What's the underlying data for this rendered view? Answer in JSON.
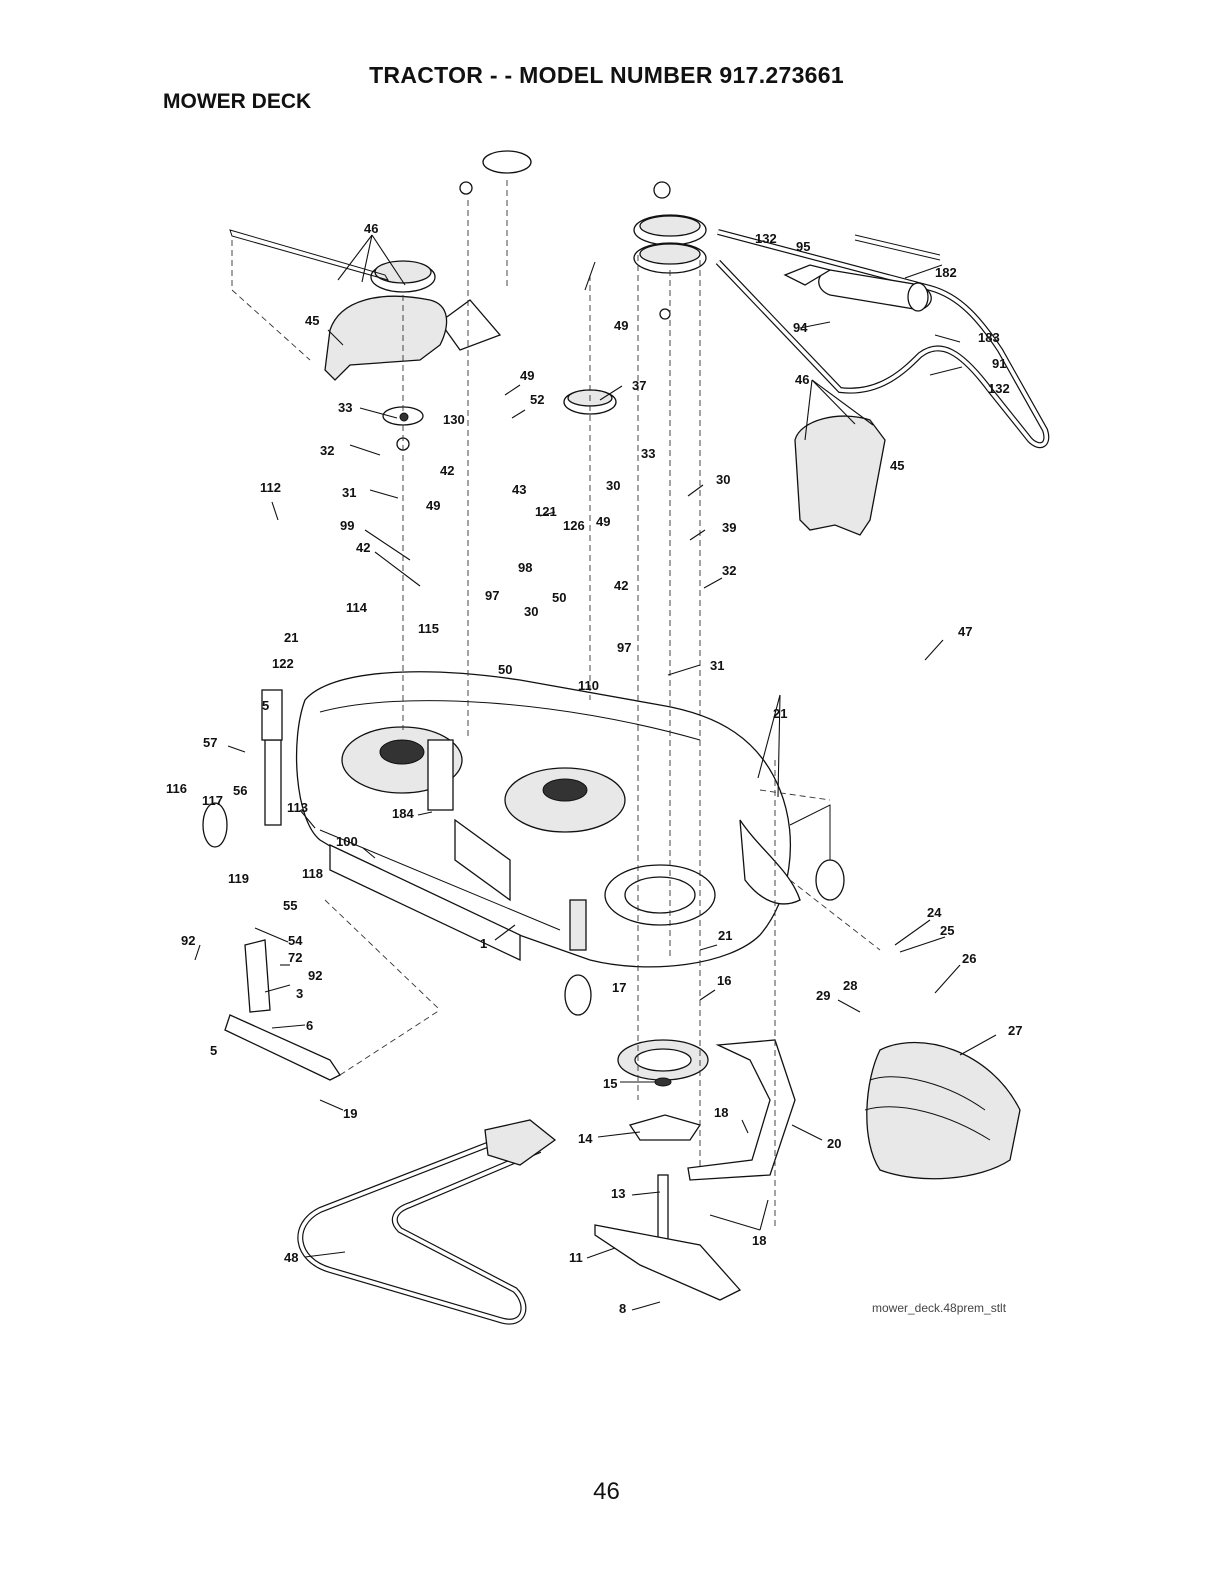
{
  "header": {
    "title": "TRACTOR - - MODEL NUMBER 917.273661",
    "section": "MOWER DECK"
  },
  "footer": {
    "page_number": "46",
    "file_reference": "mower_deck.48prem_stlt"
  },
  "callouts": {
    "c46a": "46",
    "c45a": "45",
    "c33a": "33",
    "c32a": "32",
    "c31a": "31",
    "c112": "112",
    "c99": "99",
    "c42a": "42",
    "c130": "130",
    "c42b": "42",
    "c49a": "49",
    "c49b": "49",
    "c52": "52",
    "c43": "43",
    "c121": "121",
    "c49c": "49",
    "c37": "37",
    "c126": "126",
    "c49d": "49",
    "c33b": "33",
    "c30a": "30",
    "c30b": "30",
    "c39": "39",
    "c42c": "42",
    "c98": "98",
    "c97a": "97",
    "c115": "115",
    "c114": "114",
    "c21a": "21",
    "c122": "122",
    "c50a": "50",
    "c30c": "30",
    "c50b": "50",
    "c97b": "97",
    "c110": "110",
    "c32b": "32",
    "c31b": "31",
    "c47": "47",
    "c132a": "132",
    "c95": "95",
    "c182": "182",
    "c94": "94",
    "c183": "183",
    "c91": "91",
    "c132b": "132",
    "c46b": "46",
    "c45b": "45",
    "c57": "57",
    "c5a": "5",
    "c116": "116",
    "c117": "117",
    "c56": "56",
    "c113": "113",
    "c184": "184",
    "c100": "100",
    "c119": "119",
    "c118": "118",
    "c21b": "21",
    "c55": "55",
    "c92a": "92",
    "c54": "54",
    "c72": "72",
    "c92b": "92",
    "c3": "3",
    "c6": "6",
    "c5b": "5",
    "c19": "19",
    "c1": "1",
    "c21c": "21",
    "c17": "17",
    "c16": "16",
    "c15": "15",
    "c14": "14",
    "c18a": "18",
    "c20": "20",
    "c13": "13",
    "c18b": "18",
    "c11": "11",
    "c8": "8",
    "c48": "48",
    "c24": "24",
    "c25": "25",
    "c26": "26",
    "c28": "28",
    "c29": "29",
    "c27": "27"
  }
}
